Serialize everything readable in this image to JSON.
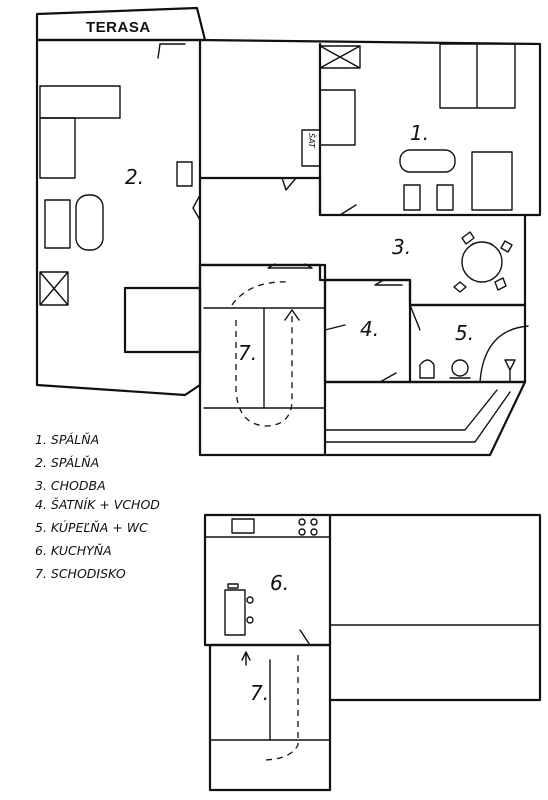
{
  "plan": {
    "terrace_label": "TERASA",
    "rooms": [
      {
        "num": "1.",
        "name": "SPÁLŇA"
      },
      {
        "num": "2.",
        "name": "SPÁLŇA"
      },
      {
        "num": "3.",
        "name": "CHODBA"
      },
      {
        "num": "4.",
        "name": "ŠATNÍK + VCHOD"
      },
      {
        "num": "5.",
        "name": "KÚPEĽŇA + WC"
      },
      {
        "num": "6.",
        "name": "KUCHYŇA"
      },
      {
        "num": "7.",
        "name": "SCHODISKO"
      }
    ],
    "room_number_labels": {
      "r1": "1.",
      "r2": "2.",
      "r3": "3.",
      "r4": "4.",
      "r5": "5.",
      "r6": "6.",
      "r7_upper": "7.",
      "r7_lower": "7."
    },
    "legend": [
      "1. SPÁLŇA",
      "2. SPÁLŇA",
      "3. CHODBA",
      "4. ŠATNÍK + VCHOD",
      "5. KÚPEĽŇA + WC",
      "6. KUCHYŇA",
      "7. SCHODISKO"
    ],
    "closet_label": "ŠAT"
  }
}
